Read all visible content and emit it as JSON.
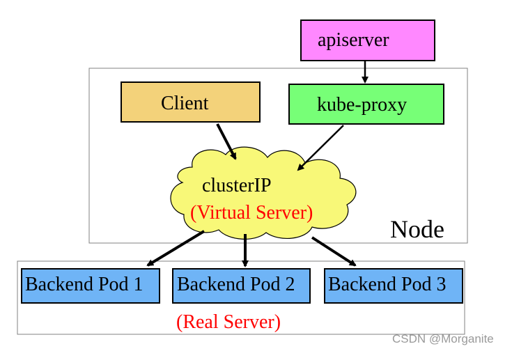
{
  "diagram": {
    "apiserver": {
      "label": "apiserver",
      "color": "#ff88ff"
    },
    "node": {
      "label": "Node"
    },
    "client": {
      "label": "Client",
      "color": "#f3d27a"
    },
    "kube_proxy": {
      "label": "kube-proxy",
      "color": "#77ff77"
    },
    "cluster_ip": {
      "label": "clusterIP",
      "sublabel": "(Virtual Server)",
      "color": "#f8f878",
      "sublabel_color": "#ff0000"
    },
    "backend_pods": [
      {
        "label": "Backend Pod 1"
      },
      {
        "label": "Backend Pod 2"
      },
      {
        "label": "Backend Pod 3"
      }
    ],
    "pod_color": "#6fb4f6",
    "real_server": {
      "label": "(Real Server)",
      "color": "#ff0000"
    }
  },
  "watermark": "CSDN @Morganite"
}
